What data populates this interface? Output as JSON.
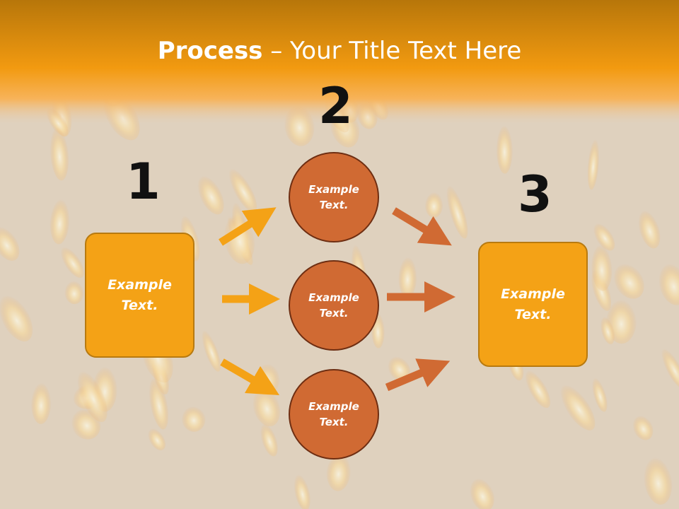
{
  "title": {
    "bold": "Process",
    "rest": " – Your Title Text Here"
  },
  "steps": [
    {
      "number": "1",
      "text": "Example\nText."
    },
    {
      "number": "2",
      "items": [
        "Example\nText.",
        "Example\nText.",
        "Example\nText."
      ]
    },
    {
      "number": "3",
      "text": "Example\nText."
    }
  ],
  "colors": {
    "accent": "#f4a216",
    "circle": "#d06a33",
    "header": "#f29a10"
  }
}
